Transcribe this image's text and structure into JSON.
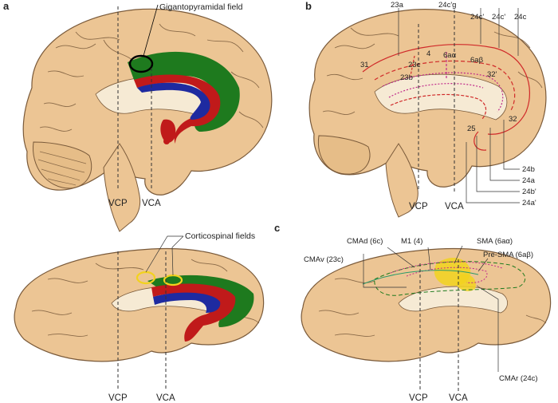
{
  "panels": {
    "a": "a",
    "b": "b",
    "c": "c"
  },
  "panel_a": {
    "gigantopyramidal": "Gigantopyramidal field",
    "vcp": "VCP",
    "vca": "VCA"
  },
  "panel_b": {
    "top_labels": [
      "23a",
      "24c'g",
      "24c'",
      "24c'",
      "24c"
    ],
    "inner_labels": [
      "4",
      "6aα",
      "6aβ",
      "31",
      "23c",
      "23b",
      "32'",
      "25",
      "32"
    ],
    "bottom_labels": [
      "24b",
      "24a",
      "24b'",
      "24a'"
    ],
    "vcp": "VCP",
    "vca": "VCA"
  },
  "panel_lower_left": {
    "corticospinal": "Corticospinal fields",
    "vcp": "VCP",
    "vca": "VCA"
  },
  "panel_c": {
    "cmad": "CMAd (6c)",
    "m1": "M1 (4)",
    "sma": "SMA (6aα)",
    "presma": "Pre-SMA (6aβ)",
    "cmav": "CMAv (23c)",
    "cmar": "CMAr (24c)",
    "vcp": "VCP",
    "vca": "VCA"
  },
  "colors": {
    "brain": "#ecc594",
    "brain_edge": "#7a5a3a",
    "green": "#1e7a1e",
    "red": "#c01a1a",
    "blue": "#1e2aa0",
    "yellow": "#f2d21e",
    "area_line": "#d02a2a",
    "magenta": "#c02a8a"
  }
}
